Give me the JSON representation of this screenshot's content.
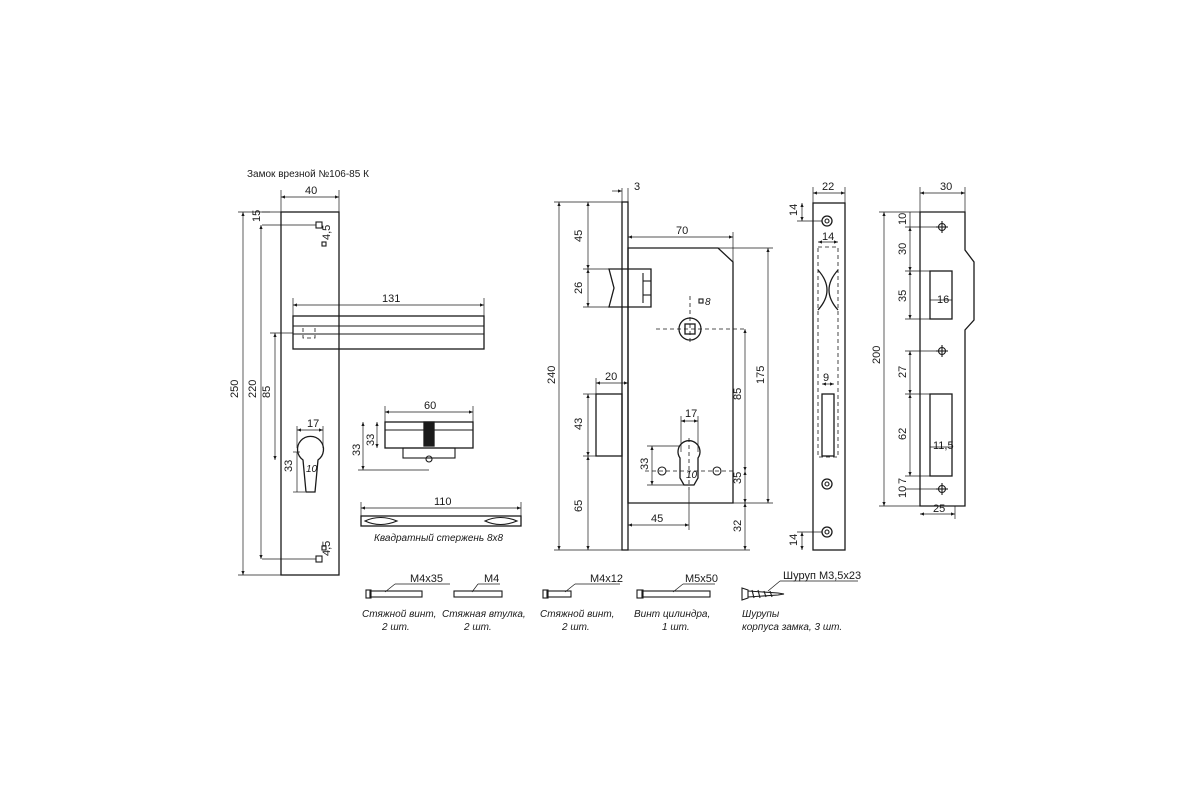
{
  "title": "Замок врезной №106-85 К",
  "handle": {
    "d_40": "40",
    "d_15": "15",
    "d_4_5_top": "4,5",
    "d_131": "131",
    "d_250": "250",
    "d_220": "220",
    "d_85": "85",
    "d_17": "17",
    "d_33": "33",
    "d_10": "10",
    "d_4_5_bot": "4,5"
  },
  "cylinder": {
    "d_60": "60",
    "d_33_inner": "33",
    "d_33_outer": "33"
  },
  "rod": {
    "d_110": "110",
    "label": "Квадратный стержень 8х8"
  },
  "lock_body": {
    "d_3": "3",
    "d_45_top": "45",
    "d_70": "70",
    "d_26": "26",
    "d_8": "8",
    "d_240": "240",
    "d_20": "20",
    "d_175": "175",
    "d_85": "85",
    "d_17": "17",
    "d_43": "43",
    "d_33": "33",
    "d_10": "10",
    "d_35": "35",
    "d_65": "65",
    "d_45_bot": "45",
    "d_32": "32"
  },
  "faceplate": {
    "d_22": "22",
    "d_14_top": "14",
    "d_14_inner": "14",
    "d_9": "9",
    "d_14_bot": "14"
  },
  "strike": {
    "d_30_w": "30",
    "d_10": "10",
    "d_30": "30",
    "d_35": "35",
    "d_16": "16",
    "d_200": "200",
    "d_27": "27",
    "d_62": "62",
    "d_11_5": "11,5",
    "d_10_b": "10",
    "d_7": "7",
    "d_25": "25"
  },
  "hardware": [
    {
      "size": "M4x35",
      "line1": "Стяжной винт,",
      "line2": "2 шт."
    },
    {
      "size": "M4",
      "line1": "Стяжная втулка,",
      "line2": "2 шт."
    },
    {
      "size": "M4x12",
      "line1": "Стяжной винт,",
      "line2": "2 шт."
    },
    {
      "size": "M5x50",
      "line1": "Винт цилиндра,",
      "line2": "1 шт."
    },
    {
      "size": "Шуруп М3,5х23",
      "line1": "Шурупы",
      "line2": "корпуса замка, 3 шт."
    }
  ]
}
